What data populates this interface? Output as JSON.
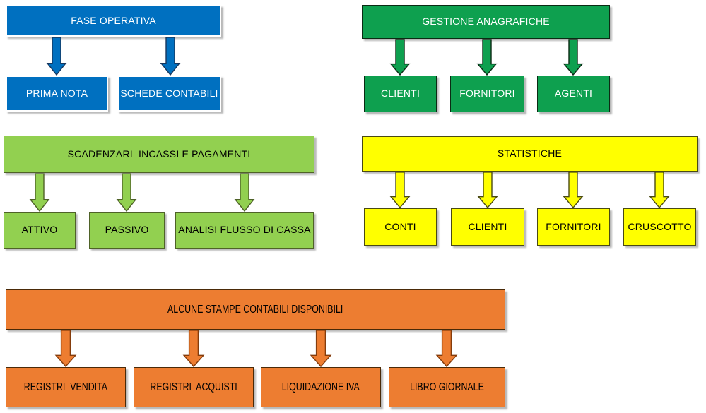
{
  "sections": [
    {
      "title": "FASE OPERATIVA",
      "children": [
        {
          "label": "PRIMA NOTA"
        },
        {
          "label": "SCHEDE CONTABILI"
        }
      ],
      "colors": {
        "fill": "#0070C0",
        "border": "#FFFFFF",
        "arrow_border": "#17375E",
        "text": "#FFFFFF"
      }
    },
    {
      "title": "GESTIONE ANAGRAFICHE",
      "children": [
        {
          "label": "CLIENTI"
        },
        {
          "label": "FORNITORI"
        },
        {
          "label": "AGENTI"
        }
      ],
      "colors": {
        "fill": "#0EA04F",
        "border": "#0B2B14",
        "arrow_border": "#0B2B14",
        "text": "#FFFFFF"
      }
    },
    {
      "title": "SCADENZARI  INCASSI E PAGAMENTI",
      "children": [
        {
          "label": "ATTIVO"
        },
        {
          "label": "PASSIVO"
        },
        {
          "label": "ANALISI FLUSSO DI CASSA"
        }
      ],
      "colors": {
        "fill": "#92D050",
        "border": "#4F6228",
        "arrow_border": "#4F6228",
        "text": "#000000"
      }
    },
    {
      "title": "STATISTICHE",
      "children": [
        {
          "label": "CONTI"
        },
        {
          "label": "CLIENTI"
        },
        {
          "label": "FORNITORI"
        },
        {
          "label": "CRUSCOTTO"
        }
      ],
      "colors": {
        "fill": "#FFFF00",
        "border": "#4A4A14",
        "arrow_border": "#4A4A14",
        "text": "#000000"
      }
    },
    {
      "title": "ALCUNE STAMPE CONTABILI DISPONIBILI",
      "children": [
        {
          "label": "REGISTRI  VENDITA"
        },
        {
          "label": "REGISTRI  ACQUISTI"
        },
        {
          "label": "LIQUIDAZIONE IVA"
        },
        {
          "label": "LIBRO GIORNALE"
        }
      ],
      "colors": {
        "fill": "#ED7D31",
        "border": "#4A2A08",
        "arrow_border": "#843C0C",
        "text": "#000000"
      }
    }
  ]
}
